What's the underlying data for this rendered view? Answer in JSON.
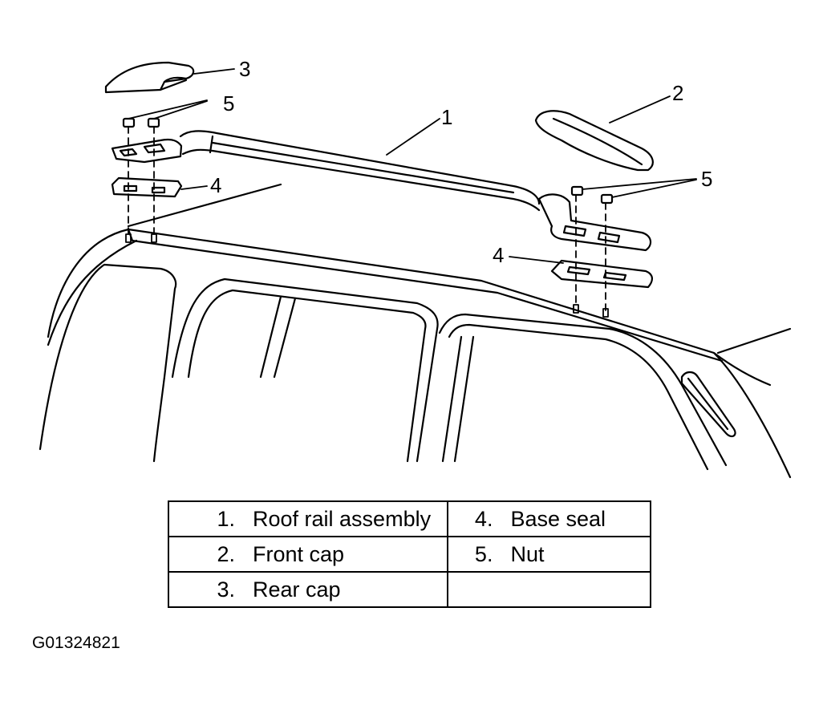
{
  "callouts": {
    "c1": "1",
    "c2": "2",
    "c3": "3",
    "c4_left": "4",
    "c4_right": "4",
    "c5_left": "5",
    "c5_right": "5"
  },
  "legend": {
    "rows": [
      [
        {
          "num": "1.",
          "label": "Roof rail assembly"
        },
        {
          "num": "4.",
          "label": "Base seal"
        }
      ],
      [
        {
          "num": "2.",
          "label": "Front cap"
        },
        {
          "num": "5.",
          "label": "Nut"
        }
      ],
      [
        {
          "num": "3.",
          "label": "Rear cap"
        },
        {
          "num": "",
          "label": ""
        }
      ]
    ]
  },
  "figure_id": "G01324821"
}
